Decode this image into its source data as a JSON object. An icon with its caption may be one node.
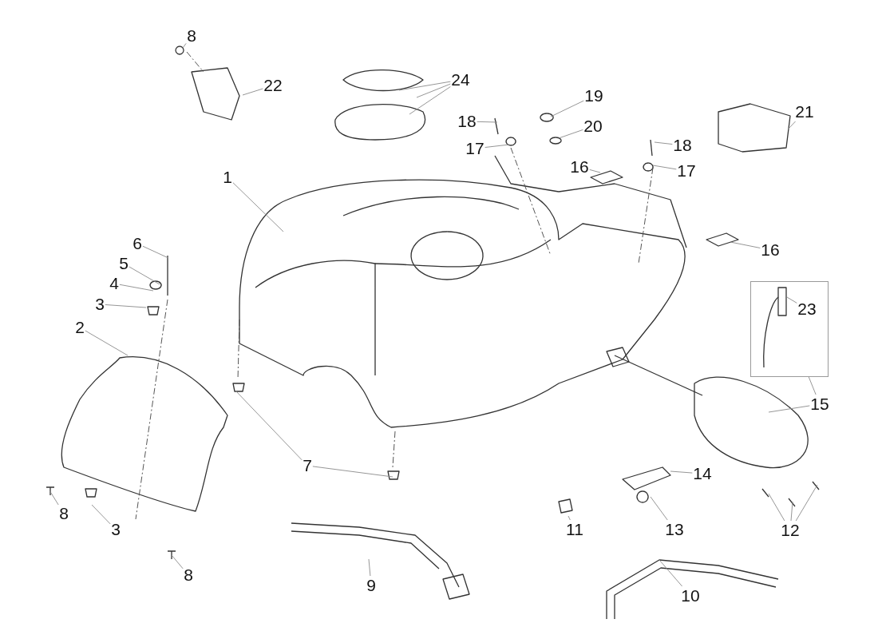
{
  "diagram": {
    "nodes": [
      {
        "text": [
          "8"
        ]
      },
      {
        "text": [
          "24"
        ]
      },
      {
        "text": [
          "22"
        ]
      },
      {
        "text": [
          "19"
        ]
      },
      {
        "text": [
          "21"
        ]
      },
      {
        "text": [
          "18"
        ]
      },
      {
        "text": [
          "20"
        ]
      },
      {
        "text": [
          "17"
        ]
      },
      {
        "text": [
          "18"
        ]
      },
      {
        "text": [
          "16"
        ]
      },
      {
        "text": [
          "17"
        ]
      },
      {
        "text": [
          "1"
        ]
      },
      {
        "text": [
          "6"
        ]
      },
      {
        "text": [
          "16"
        ]
      },
      {
        "text": [
          "5"
        ]
      },
      {
        "text": [],
        "shape": "box"
      },
      {
        "text": [
          "23"
        ],
        "in": 15
      },
      {
        "text": [
          "4"
        ]
      },
      {
        "text": [
          "3"
        ]
      },
      {
        "text": [
          "2"
        ]
      },
      {
        "text": [
          "15"
        ]
      },
      {
        "text": [
          "7"
        ]
      },
      {
        "text": [
          "14"
        ]
      },
      {
        "text": [
          "8"
        ]
      },
      {
        "text": [
          "11"
        ]
      },
      {
        "text": [
          "3"
        ]
      },
      {
        "text": [
          "13"
        ]
      },
      {
        "text": [
          "12"
        ]
      },
      {
        "text": [
          "8"
        ]
      },
      {
        "text": [
          "9"
        ]
      },
      {
        "text": [
          "10"
        ]
      }
    ],
    "edges": [
      {
        "from": 0,
        "to": null,
        "arrow": "none"
      },
      {
        "from": 1,
        "to": null,
        "arrow": "none"
      },
      {
        "from": 1,
        "to": null,
        "arrow": "none"
      },
      {
        "from": 1,
        "to": null,
        "arrow": "none"
      },
      {
        "from": 2,
        "to": null,
        "arrow": "none"
      },
      {
        "from": 3,
        "to": null,
        "arrow": "none"
      },
      {
        "from": 4,
        "to": null,
        "arrow": "none"
      },
      {
        "from": 5,
        "to": null,
        "arrow": "none"
      },
      {
        "from": 6,
        "to": null,
        "arrow": "none"
      },
      {
        "from": 7,
        "to": null,
        "arrow": "none"
      },
      {
        "from": 8,
        "to": null,
        "arrow": "none"
      },
      {
        "from": 9,
        "to": null,
        "arrow": "none"
      },
      {
        "from": 10,
        "to": null,
        "arrow": "none"
      },
      {
        "from": 11,
        "to": null,
        "arrow": "none"
      },
      {
        "from": 12,
        "to": null,
        "arrow": "none"
      },
      {
        "from": 13,
        "to": null,
        "arrow": "none"
      },
      {
        "from": 14,
        "to": null,
        "arrow": "none"
      },
      {
        "from": 16,
        "to": null,
        "arrow": "none"
      },
      {
        "from": 17,
        "to": null,
        "arrow": "none"
      },
      {
        "from": 18,
        "to": null,
        "arrow": "none"
      },
      {
        "from": 19,
        "to": null,
        "arrow": "none"
      },
      {
        "from": 20,
        "to": 15,
        "arrow": "none"
      },
      {
        "from": 20,
        "to": null,
        "arrow": "none"
      },
      {
        "from": 21,
        "to": null,
        "arrow": "none"
      },
      {
        "from": 21,
        "to": null,
        "arrow": "none"
      },
      {
        "from": 22,
        "to": null,
        "arrow": "none"
      },
      {
        "from": 23,
        "to": null,
        "arrow": "none"
      },
      {
        "from": 24,
        "to": null,
        "arrow": "none"
      },
      {
        "from": 25,
        "to": null,
        "arrow": "none"
      },
      {
        "from": 26,
        "to": null,
        "arrow": "none"
      },
      {
        "from": 27,
        "to": null,
        "arrow": "none"
      },
      {
        "from": 27,
        "to": null,
        "arrow": "none"
      },
      {
        "from": 27,
        "to": null,
        "arrow": "none"
      },
      {
        "from": 28,
        "to": null,
        "arrow": "none"
      },
      {
        "from": 29,
        "to": null,
        "arrow": "none"
      },
      {
        "from": 30,
        "to": null,
        "arrow": "none"
      }
    ]
  }
}
